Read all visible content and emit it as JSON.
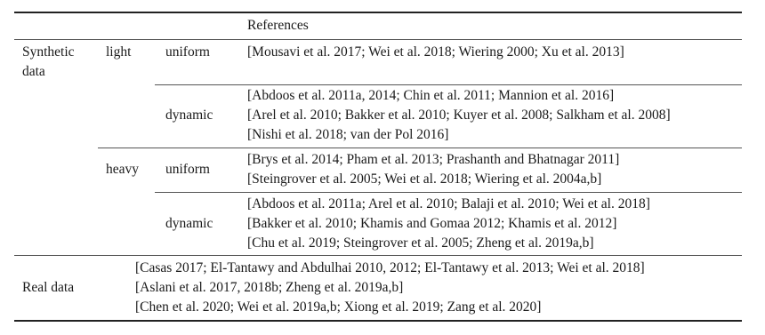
{
  "header": {
    "references": "References"
  },
  "synthetic": {
    "label_line1": "Synthetic",
    "label_line2": "data",
    "light": {
      "label": "light",
      "uniform": {
        "label": "uniform",
        "refs": [
          "[Mousavi et al. 2017; Wei et al. 2018; Wiering 2000; Xu et al. 2013]"
        ]
      },
      "dynamic": {
        "label": "dynamic",
        "refs": [
          "[Abdoos et al. 2011a, 2014; Chin et al. 2011; Mannion et al. 2016]",
          "[Arel et al. 2010; Bakker et al. 2010; Kuyer et al. 2008; Salkham et al. 2008]",
          "[Nishi et al. 2018; van der Pol 2016]"
        ]
      }
    },
    "heavy": {
      "label": "heavy",
      "uniform": {
        "label": "uniform",
        "refs": [
          "[Brys et al. 2014; Pham et al. 2013; Prashanth and Bhatnagar 2011]",
          "[Steingrover et al. 2005; Wei et al. 2018; Wiering et al. 2004a,b]"
        ]
      },
      "dynamic": {
        "label": "dynamic",
        "refs": [
          "[Abdoos et al. 2011a; Arel et al. 2010; Balaji et al. 2010; Wei et al. 2018]",
          "[Bakker et al. 2010; Khamis and Gomaa 2012; Khamis et al. 2012]",
          "[Chu et al. 2019; Steingrover et al. 2005; Zheng et al. 2019a,b]"
        ]
      }
    }
  },
  "real": {
    "label": "Real data",
    "refs": [
      "[Casas 2017; El-Tantawy and Abdulhai 2010, 2012; El-Tantawy et al. 2013; Wei et al. 2018]",
      "[Aslani et al. 2017, 2018b; Zheng et al. 2019a,b]",
      "[Chen et al. 2020; Wei et al. 2019a,b; Xiong et al. 2019; Zang et al. 2020]"
    ]
  }
}
